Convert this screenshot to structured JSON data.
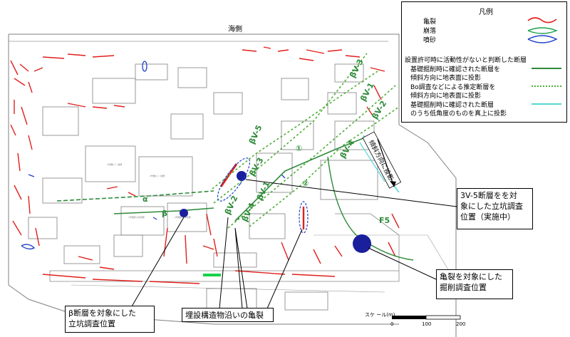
{
  "map": {
    "sea_label": "海側",
    "fault_labels": [
      "β",
      "α",
      "βV-5",
      "βV-3",
      "βV-2",
      "βV-4",
      "βV-1",
      "βV-3",
      "βV-1",
      "βV-2",
      "βV-4",
      "F5",
      "①",
      "②"
    ],
    "scale_label": "スケ ール(m)",
    "scale_ticks": [
      "0",
      "100",
      "200"
    ],
    "direction_box": "傾斜方向に投影",
    "colors": {
      "crack": "#e0201c",
      "collapse": "#19a04a",
      "sand": "#1f3fc8",
      "fault_solid": "#2e8b3a",
      "fault_dotted": "#4fae37",
      "low_angle": "#55d7d2",
      "marker": "#1a1f9c",
      "building": "#7f7f7f"
    }
  },
  "legend": {
    "title": "凡例",
    "items": [
      {
        "label": "亀裂",
        "icon": "red-wave-icon"
      },
      {
        "label": "崩落",
        "icon": "green-lens-icon"
      },
      {
        "label": "噴砂",
        "icon": "blue-lens-icon"
      }
    ],
    "fault_title": "設置許可時に活動性がないと判断した断層",
    "fault_items": [
      {
        "line1": "基礎掘削時に確認された断層を",
        "line2": "傾斜方向に地表面に投影"
      },
      {
        "line1": "Bo調査などによる推定断層を",
        "line2": "傾斜方向に地表面に投影"
      },
      {
        "line1": "基礎掘削時に確認された断層",
        "line2": "のうち低角度のものを真上に投影"
      }
    ]
  },
  "callouts": {
    "v5": [
      "3V-5断層をを対",
      "象にした立坑調査",
      "位置（実施中）"
    ],
    "crack": [
      "亀裂を対象にした",
      "掘削調査位置"
    ],
    "beta": [
      "β断層を対象にした",
      "立坑調査位置"
    ],
    "buried": "埋設構造物沿いの亀裂"
  }
}
